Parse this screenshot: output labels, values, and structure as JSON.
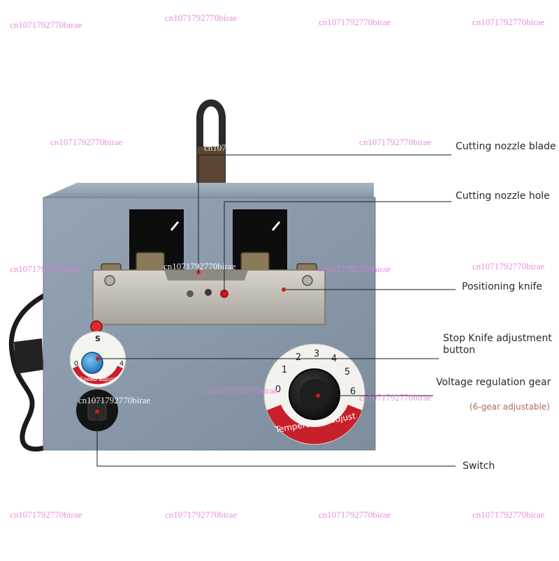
{
  "labels": {
    "blade": "Cutting nozzle blade",
    "hole": "Cutting nozzle hole",
    "knife": "Positioning knife",
    "stop_line1": "Stop Knife adjustment",
    "stop_line2": "button",
    "voltage": "Voltage regulation gear",
    "voltage_note": "(6-gear adjustable)",
    "switch": "Switch"
  },
  "speed_knob": {
    "label": "Speed adjust",
    "top_mark": "S",
    "min": "0",
    "max": "4"
  },
  "temp_dial": {
    "label": "Temperature adjust",
    "scale": [
      "0",
      "1",
      "2",
      "3",
      "4",
      "5",
      "6"
    ]
  },
  "watermark": "cn1071792770birae",
  "colors": {
    "panel": "#8a9aab",
    "dial_red": "#c8202a",
    "label_text": "#2a2a2a",
    "note_text": "#b06a55"
  }
}
